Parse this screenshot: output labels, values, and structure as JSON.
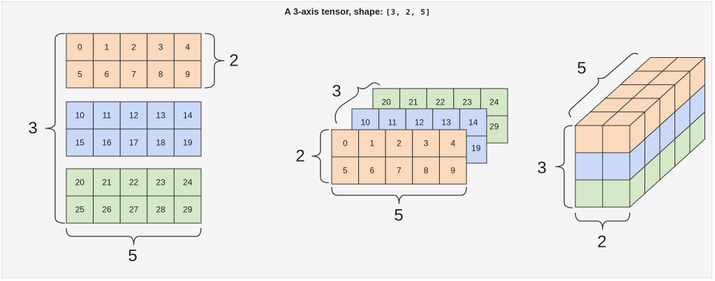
{
  "title": {
    "text": "A 3-axis tensor, shape:",
    "code": "[3, 2, 5]"
  },
  "colors": {
    "orange": "#fbd9bd",
    "blue": "#c9d9f7",
    "green": "#d5e8c8",
    "stroke": "#333333"
  },
  "left": {
    "blocks": [
      {
        "color": "orange",
        "rows": [
          [
            "0",
            "1",
            "2",
            "3",
            "4"
          ],
          [
            "5",
            "6",
            "7",
            "8",
            "9"
          ]
        ]
      },
      {
        "color": "blue",
        "rows": [
          [
            "10",
            "11",
            "12",
            "13",
            "14"
          ],
          [
            "15",
            "16",
            "17",
            "18",
            "19"
          ]
        ]
      },
      {
        "color": "green",
        "rows": [
          [
            "20",
            "21",
            "22",
            "23",
            "24"
          ],
          [
            "25",
            "26",
            "27",
            "28",
            "29"
          ]
        ]
      }
    ],
    "label_rows": "2",
    "label_depth": "3",
    "label_cols": "5"
  },
  "middle": {
    "label_depth": "3",
    "label_rows": "2",
    "label_cols": "5",
    "back_green": [
      "20",
      "21",
      "22",
      "23",
      "24"
    ],
    "back_green_edge": "29",
    "back_blue": [
      "10",
      "11",
      "12",
      "13",
      "14"
    ],
    "back_blue_edge": "19",
    "front": [
      [
        "0",
        "1",
        "2",
        "3",
        "4"
      ],
      [
        "5",
        "6",
        "7",
        "8",
        "9"
      ]
    ]
  },
  "right": {
    "label_depth": "5",
    "label_height": "3",
    "label_width": "2"
  }
}
